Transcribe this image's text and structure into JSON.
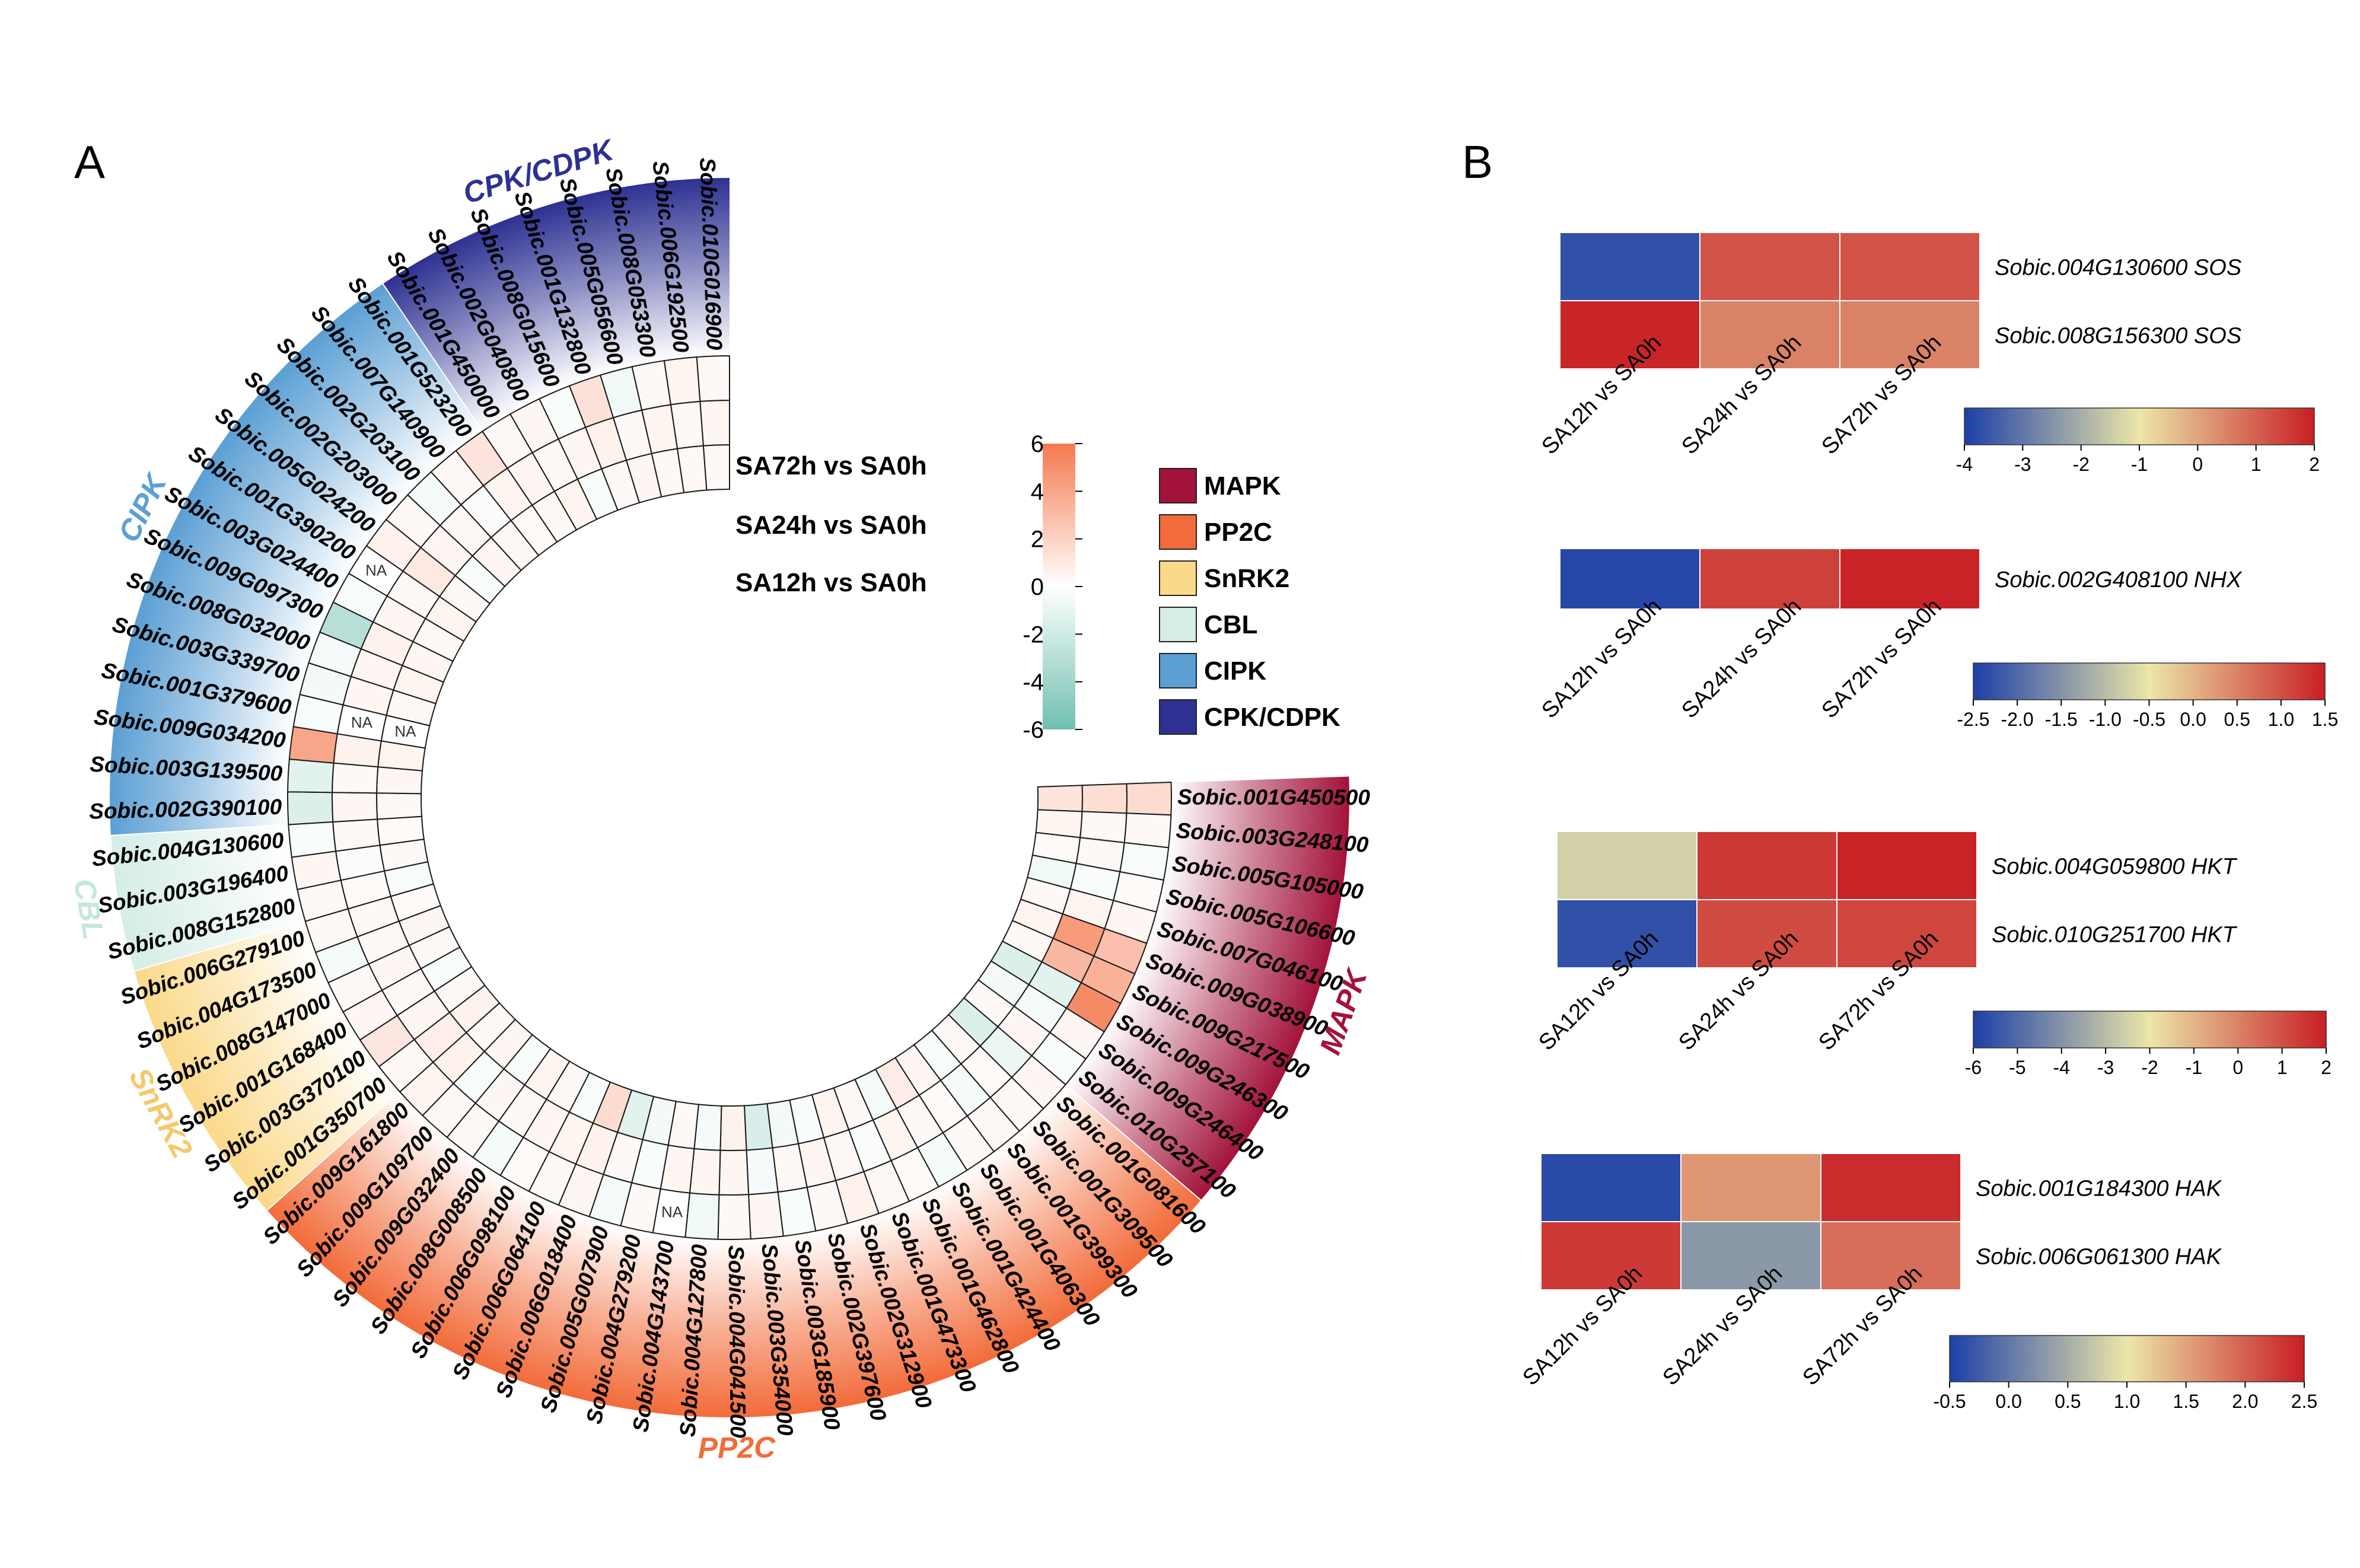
{
  "panels": {
    "a": "A",
    "b": "B"
  },
  "colors": {
    "MAPK": "#a3123a",
    "PP2C": "#f26b3a",
    "SnRK2": "#fbd98a",
    "CBL": "#d6ede7",
    "CIPK": "#5b9fd4",
    "CPK/CDPK": "#2e3192",
    "ring_pos": "#f4794f",
    "ring_neg": "#6fbfb0"
  },
  "chart_data": [
    {
      "type": "heatmap",
      "layout": "circular",
      "ring_labels": [
        "SA72h vs SA0h",
        "SA24h vs SA0h",
        "SA12h vs SA0h"
      ],
      "colorbar": {
        "ticks": [
          "6",
          "4",
          "2",
          "0",
          "-2",
          "-4",
          "-6"
        ],
        "range": [
          -6,
          6
        ]
      },
      "legend": [
        {
          "name": "MAPK",
          "color_key": "MAPK"
        },
        {
          "name": "PP2C",
          "color_key": "PP2C"
        },
        {
          "name": "SnRK2",
          "color_key": "SnRK2"
        },
        {
          "name": "CBL",
          "color_key": "CBL"
        },
        {
          "name": "CIPK",
          "color_key": "CIPK"
        },
        {
          "name": "CPK/CDPK",
          "color_key": "CPK/CDPK"
        }
      ],
      "na_text": "NA",
      "genes": [
        {
          "id": "Sobic.001G450500",
          "family": "MAPK",
          "v": [
            1.2,
            1.5,
            1.6
          ]
        },
        {
          "id": "Sobic.003G248100",
          "family": "MAPK",
          "v": [
            0.5,
            0.3,
            0.3
          ]
        },
        {
          "id": "Sobic.005G105000",
          "family": "MAPK",
          "v": [
            0.2,
            0.3,
            -0.3
          ]
        },
        {
          "id": "Sobic.005G106600",
          "family": "MAPK",
          "v": [
            -0.6,
            -0.3,
            0.2
          ]
        },
        {
          "id": "Sobic.007G046100",
          "family": "MAPK",
          "v": [
            0.3,
            0.5,
            0.4
          ]
        },
        {
          "id": "Sobic.009G038900",
          "family": "MAPK",
          "v": [
            0.5,
            4.5,
            2.8
          ]
        },
        {
          "id": "Sobic.009G217500",
          "family": "MAPK",
          "v": [
            0.3,
            3.2,
            3.5
          ]
        },
        {
          "id": "Sobic.009G246300",
          "family": "MAPK",
          "v": [
            -1.5,
            -1.2,
            5.2
          ]
        },
        {
          "id": "Sobic.009G246400",
          "family": "MAPK",
          "v": [
            -0.5,
            -0.4,
            0.4
          ]
        },
        {
          "id": "Sobic.010G257100",
          "family": "MAPK",
          "v": [
            0.3,
            0.4,
            -0.3
          ]
        },
        {
          "id": "Sobic.001G081600",
          "family": "PP2C",
          "v": [
            -1.5,
            -0.8,
            0.4
          ]
        },
        {
          "id": "Sobic.001G309500",
          "family": "PP2C",
          "v": [
            0.3,
            0.2,
            0.3
          ]
        },
        {
          "id": "Sobic.001G399300",
          "family": "PP2C",
          "v": [
            -0.3,
            -0.4,
            0.3
          ]
        },
        {
          "id": "Sobic.001G406300",
          "family": "PP2C",
          "v": [
            0.4,
            0.2,
            0.3
          ]
        },
        {
          "id": "Sobic.001G424400",
          "family": "PP2C",
          "v": [
            0.9,
            0.3,
            -0.4
          ]
        },
        {
          "id": "Sobic.001G462800",
          "family": "PP2C",
          "v": [
            -0.4,
            0.5,
            0.2
          ]
        },
        {
          "id": "Sobic.001G473300",
          "family": "PP2C",
          "v": [
            0.3,
            -0.2,
            0.3
          ]
        },
        {
          "id": "Sobic.002G312900",
          "family": "PP2C",
          "v": [
            0.5,
            0.3,
            0.6
          ]
        },
        {
          "id": "Sobic.002G397600",
          "family": "PP2C",
          "v": [
            -0.3,
            0.4,
            0.3
          ]
        },
        {
          "id": "Sobic.003G185900",
          "family": "PP2C",
          "v": [
            -0.5,
            0.3,
            -0.3
          ]
        },
        {
          "id": "Sobic.003G354000",
          "family": "PP2C",
          "v": [
            -1.6,
            -0.4,
            0.4
          ]
        },
        {
          "id": "Sobic.004G041500",
          "family": "PP2C",
          "v": [
            0.6,
            0.4,
            0.3
          ]
        },
        {
          "id": "Sobic.004G127800",
          "family": "PP2C",
          "v": [
            -0.4,
            0.4,
            -0.6
          ]
        },
        {
          "id": "Sobic.004G143700",
          "family": "PP2C",
          "v": [
            0.3,
            0.4,
            null
          ]
        },
        {
          "id": "Sobic.004G279200",
          "family": "PP2C",
          "v": [
            -0.5,
            -0.3,
            0.3
          ]
        },
        {
          "id": "Sobic.005G007900",
          "family": "PP2C",
          "v": [
            -1.2,
            0.3,
            -0.4
          ]
        },
        {
          "id": "Sobic.006G018400",
          "family": "PP2C",
          "v": [
            1.6,
            0.6,
            0.4
          ]
        },
        {
          "id": "Sobic.006G064100",
          "family": "PP2C",
          "v": [
            -0.3,
            0.5,
            0.3
          ]
        },
        {
          "id": "Sobic.006G098100",
          "family": "PP2C",
          "v": [
            0.3,
            0.4,
            0.2
          ]
        },
        {
          "id": "Sobic.008G008500",
          "family": "PP2C",
          "v": [
            0.5,
            0.3,
            -0.4
          ]
        },
        {
          "id": "Sobic.009G032400",
          "family": "PP2C",
          "v": [
            -0.3,
            0.4,
            0.3
          ]
        },
        {
          "id": "Sobic.009G109700",
          "family": "PP2C",
          "v": [
            0.4,
            -0.3,
            0.3
          ]
        },
        {
          "id": "Sobic.009G161800",
          "family": "PP2C",
          "v": [
            0.3,
            0.6,
            0.5
          ]
        },
        {
          "id": "Sobic.001G350700",
          "family": "SnRK2",
          "v": [
            0.6,
            0.8,
            0.3
          ]
        },
        {
          "id": "Sobic.003G370100",
          "family": "SnRK2",
          "v": [
            0.3,
            0.4,
            1.1
          ]
        },
        {
          "id": "Sobic.001G168400",
          "family": "SnRK2",
          "v": [
            -0.3,
            0.3,
            0.4
          ]
        },
        {
          "id": "Sobic.008G147000",
          "family": "SnRK2",
          "v": [
            0.3,
            0.4,
            0.3
          ]
        },
        {
          "id": "Sobic.004G173500",
          "family": "SnRK2",
          "v": [
            0.4,
            0.3,
            -0.4
          ]
        },
        {
          "id": "Sobic.006G279100",
          "family": "SnRK2",
          "v": [
            0.2,
            0.3,
            0.3
          ]
        },
        {
          "id": "Sobic.008G152800",
          "family": "CBL",
          "v": [
            -0.3,
            0.2,
            0.3
          ]
        },
        {
          "id": "Sobic.003G196400",
          "family": "CBL",
          "v": [
            0.3,
            -0.2,
            0.4
          ]
        },
        {
          "id": "Sobic.004G130600",
          "family": "CBL",
          "v": [
            0.2,
            0.3,
            -0.3
          ]
        },
        {
          "id": "Sobic.002G390100",
          "family": "CIPK",
          "v": [
            0.3,
            0.4,
            -1.5
          ]
        },
        {
          "id": "Sobic.003G139500",
          "family": "CIPK",
          "v": [
            0.4,
            0.3,
            -1.2
          ]
        },
        {
          "id": "Sobic.009G034200",
          "family": "CIPK",
          "v": [
            0.5,
            0.6,
            4.0
          ]
        },
        {
          "id": "Sobic.001G379600",
          "family": "CIPK",
          "v": [
            null,
            null,
            -0.3
          ]
        },
        {
          "id": "Sobic.003G339700",
          "family": "CIPK",
          "v": [
            0.3,
            0.4,
            -0.5
          ]
        },
        {
          "id": "Sobic.008G032000",
          "family": "CIPK",
          "v": [
            0.5,
            0.4,
            -0.4
          ]
        },
        {
          "id": "Sobic.009G097300",
          "family": "CIPK",
          "v": [
            0.4,
            0.6,
            -3.0
          ]
        },
        {
          "id": "Sobic.003G024400",
          "family": "CIPK",
          "v": [
            0.3,
            0.4,
            -0.3
          ]
        },
        {
          "id": "Sobic.001G390200",
          "family": "CIPK",
          "v": [
            0.5,
            0.3,
            null
          ]
        },
        {
          "id": "Sobic.005G024200",
          "family": "CIPK",
          "v": [
            0.3,
            1.0,
            0.6
          ]
        },
        {
          "id": "Sobic.002G203000",
          "family": "CIPK",
          "v": [
            -0.3,
            0.4,
            0.3
          ]
        },
        {
          "id": "Sobic.002G203100",
          "family": "CIPK",
          "v": [
            0.4,
            0.3,
            -0.4
          ]
        },
        {
          "id": "Sobic.007G140900",
          "family": "CIPK",
          "v": [
            0.3,
            -0.2,
            0.3
          ]
        },
        {
          "id": "Sobic.001G523200",
          "family": "CIPK",
          "v": [
            0.2,
            0.5,
            1.2
          ]
        },
        {
          "id": "Sobic.001G450000",
          "family": "CPK/CDPK",
          "v": [
            0.3,
            0.4,
            0.3
          ]
        },
        {
          "id": "Sobic.002G040800",
          "family": "CPK/CDPK",
          "v": [
            0.5,
            0.3,
            0.4
          ]
        },
        {
          "id": "Sobic.008G015600",
          "family": "CPK/CDPK",
          "v": [
            -0.3,
            0.4,
            -0.3
          ]
        },
        {
          "id": "Sobic.001G132800",
          "family": "CPK/CDPK",
          "v": [
            0.3,
            0.6,
            1.3
          ]
        },
        {
          "id": "Sobic.005G056600",
          "family": "CPK/CDPK",
          "v": [
            0.4,
            0.3,
            -0.6
          ]
        },
        {
          "id": "Sobic.008G053300",
          "family": "CPK/CDPK",
          "v": [
            0.3,
            0.5,
            0.3
          ]
        },
        {
          "id": "Sobic.006G192500",
          "family": "CPK/CDPK",
          "v": [
            0.3,
            0.3,
            0.5
          ]
        },
        {
          "id": "Sobic.010G016900",
          "family": "CPK/CDPK",
          "v": [
            0.3,
            0.4,
            0.3
          ]
        }
      ]
    },
    {
      "type": "heatmap",
      "columns": [
        "SA12h vs SA0h",
        "SA24h vs SA0h",
        "SA72h vs SA0h"
      ],
      "rows": [
        "Sobic.004G130600 SOS",
        "Sobic.008G156300 SOS"
      ],
      "values": [
        [
          -3.7,
          1.2,
          1.2
        ],
        [
          1.9,
          0.5,
          0.5
        ]
      ],
      "colorbar": {
        "range": [
          -4,
          2
        ],
        "ticks": [
          "-4",
          "-3",
          "-2",
          "-1",
          "0",
          "1",
          "2"
        ]
      }
    },
    {
      "type": "heatmap",
      "columns": [
        "SA12h vs SA0h",
        "SA24h vs SA0h",
        "SA72h vs SA0h"
      ],
      "rows": [
        "Sobic.002G408100 NHX"
      ],
      "values": [
        [
          -2.4,
          1.15,
          1.45
        ]
      ],
      "colorbar": {
        "range": [
          -2.5,
          1.5
        ],
        "ticks": [
          "-2.5",
          "-2.0",
          "-1.5",
          "-1.0",
          "-0.5",
          "0.0",
          "0.5",
          "1.0",
          "1.5"
        ]
      }
    },
    {
      "type": "heatmap",
      "columns": [
        "SA12h vs SA0h",
        "SA24h vs SA0h",
        "SA72h vs SA0h"
      ],
      "rows": [
        "Sobic.004G059800 HKT",
        "Sobic.010G251700 HKT"
      ],
      "values": [
        [
          -2.5,
          1.5,
          1.9
        ],
        [
          -5.6,
          1.1,
          1.2
        ]
      ],
      "colorbar": {
        "range": [
          -6,
          2
        ],
        "ticks": [
          "-6",
          "-5",
          "-4",
          "-3",
          "-2",
          "-1",
          "0",
          "1",
          "2"
        ]
      }
    },
    {
      "type": "heatmap",
      "columns": [
        "SA12h vs SA0h",
        "SA24h vs SA0h",
        "SA72h vs SA0h"
      ],
      "rows": [
        "Sobic.001G184300 HAK",
        "Sobic.006G061300 HAK"
      ],
      "values": [
        [
          -0.4,
          1.6,
          2.4
        ],
        [
          2.3,
          0.3,
          1.9
        ]
      ],
      "colorbar": {
        "range": [
          -0.5,
          2.5
        ],
        "ticks": [
          "-0.5",
          "0.0",
          "0.5",
          "1.0",
          "1.5",
          "2.0",
          "2.5"
        ]
      }
    }
  ]
}
